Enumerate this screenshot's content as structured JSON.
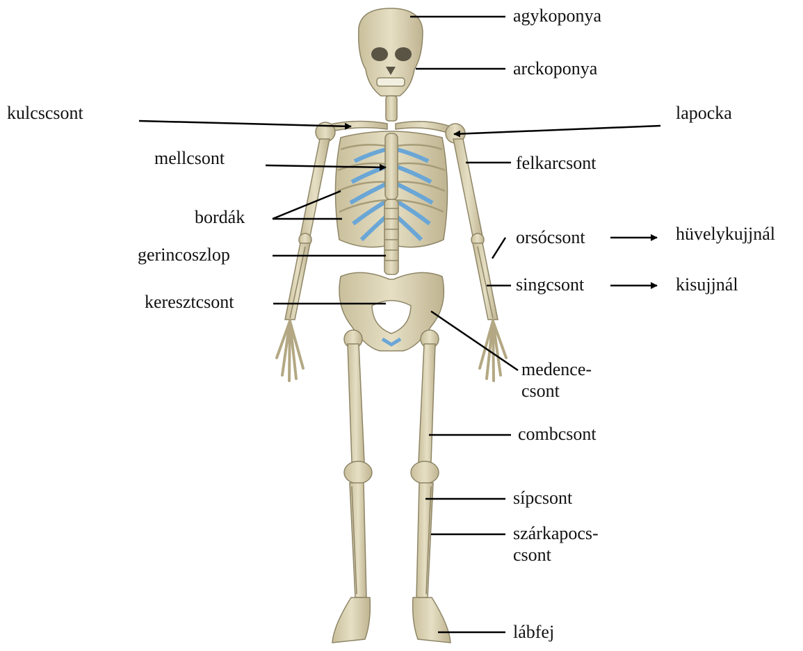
{
  "colors": {
    "bone": "#ddd5b8",
    "bone_shade": "#b8ad88",
    "bone_outline": "#8e8566",
    "cartilage": "#6aa6d6",
    "leader_line": "#000000",
    "text": "#111111",
    "background": "#ffffff"
  },
  "labels": {
    "agykoponya": "agykoponya",
    "arckoponya": "arckoponya",
    "kulcscsont": "kulcscsont",
    "lapocka": "lapocka",
    "mellcsont": "mellcsont",
    "felkarcsont": "felkarcsont",
    "bordak": "bordák",
    "orsocsont": "orsócsont",
    "huvelykujjnal": "hüvelykujjnál",
    "gerincoszlop": "gerincoszlop",
    "singcsont": "singcsont",
    "kisujjnal": "kisujjnál",
    "keresztcsont": "keresztcsont",
    "medence_line1": "medence-",
    "medence_line2": "csont",
    "combcsont": "combcsont",
    "sipcsont": "sípcsont",
    "szarkapocs_line1": "szárkapocs-",
    "szarkapocs_line2": "csont",
    "labfej": "lábfej"
  }
}
